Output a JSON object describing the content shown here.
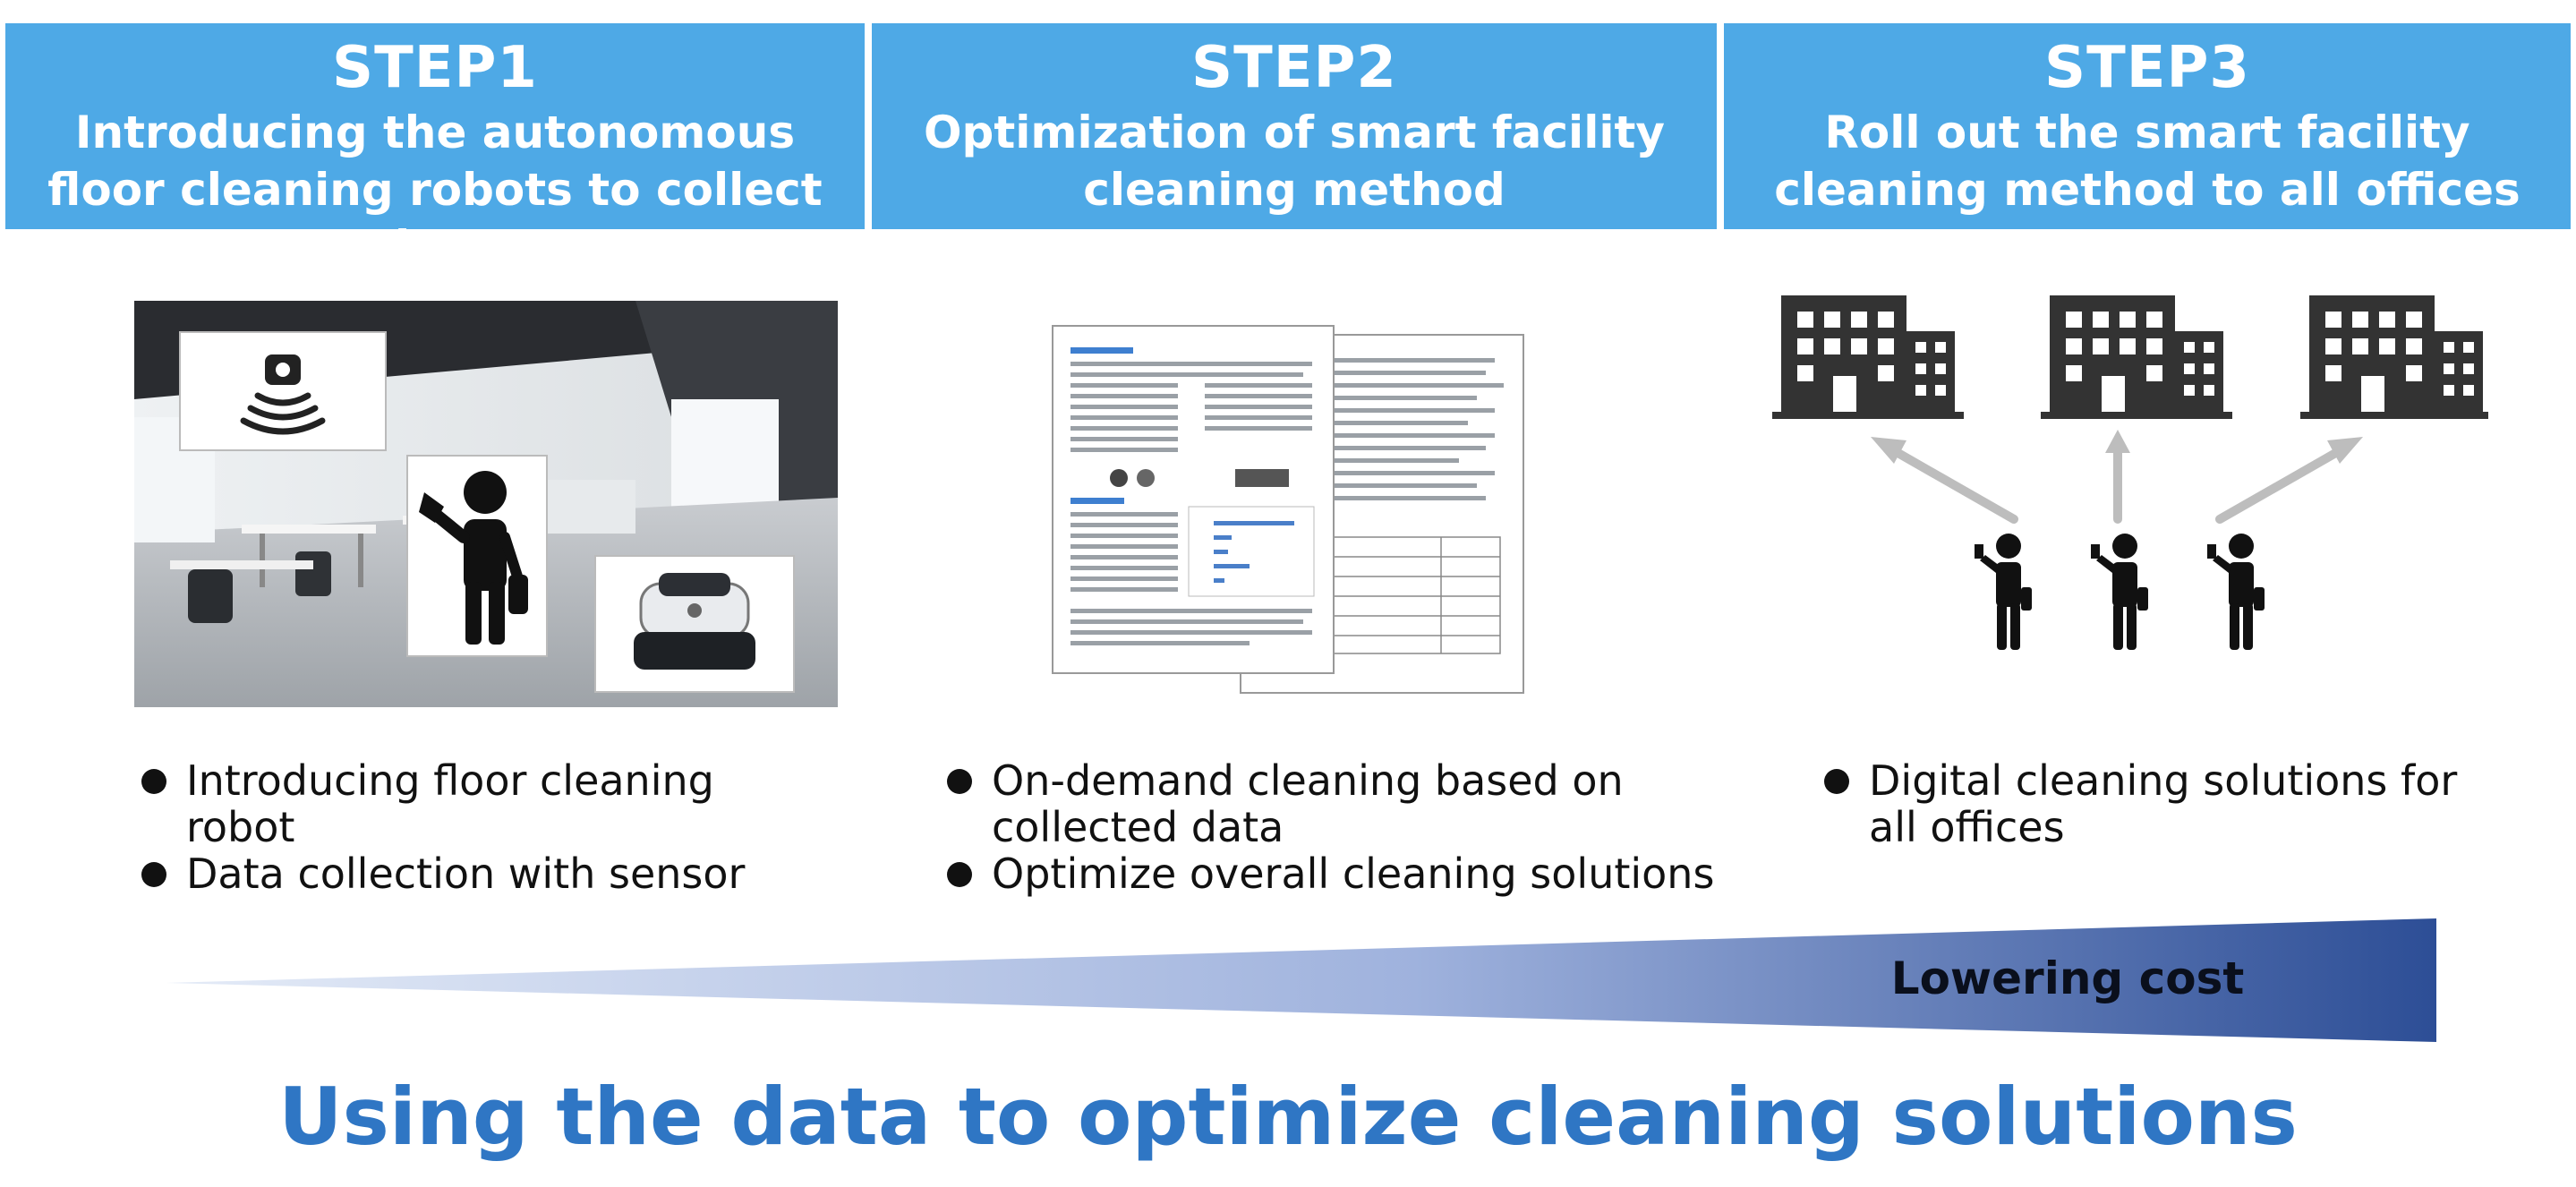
{
  "steps": [
    {
      "number": "STEP1",
      "title": "Introducing the autonomous floor cleaning robots to collect data",
      "bullets": [
        "Introducing floor cleaning robot",
        "Data collection with sensor"
      ]
    },
    {
      "number": "STEP2",
      "title": "Optimization of smart facility cleaning method",
      "bullets": [
        "On-demand cleaning based on collected data",
        "Optimize overall cleaning solutions"
      ]
    },
    {
      "number": "STEP3",
      "title": "Roll out the smart facility cleaning method to all offices",
      "bullets": [
        "Digital cleaning solutions for all offices"
      ]
    }
  ],
  "cost_label": "Lowering cost",
  "footer_title": "Using the data to optimize cleaning solutions",
  "colors": {
    "header_bg": "#4ea9e6",
    "footer_text": "#2f76c4",
    "wedge_start": "#e4ebf7",
    "wedge_end": "#2d4e96",
    "icon": "#333333"
  },
  "icons": [
    "robot-sensor-icon",
    "cleaner-person-icon",
    "floor-robot-icon",
    "building-icon",
    "arrow-icon",
    "person-icon"
  ]
}
